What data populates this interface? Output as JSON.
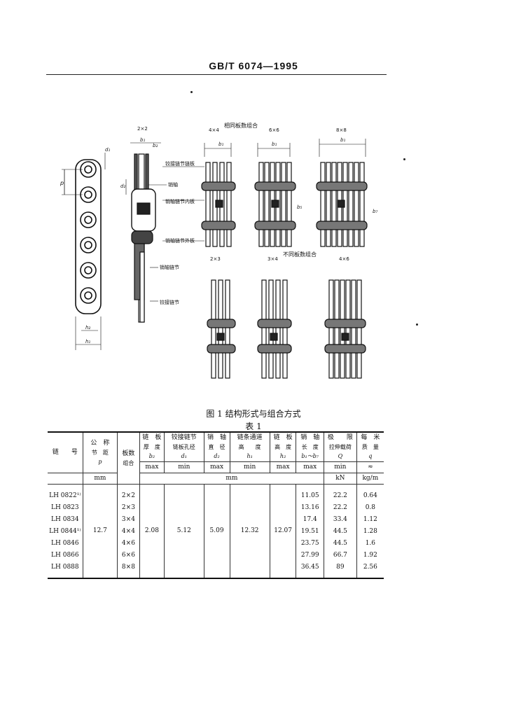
{
  "header": {
    "standard": "GB/T 6074—1995"
  },
  "figure": {
    "caption": "图 1   结构形式与组合方式",
    "labels": {
      "same_group": "相同板数组合",
      "diff_group": "不同板数组合",
      "combo_2x2": "2×2",
      "combo_4x4": "4×4",
      "combo_6x6": "6×6",
      "combo_8x8": "8×8",
      "combo_2x3": "2×3",
      "combo_3x4": "3×4",
      "combo_4x6": "4×6",
      "hinge_outer": "铰接链节链板",
      "pin": "销轴",
      "pin_inner": "销轴链节内板",
      "pin_outer": "销轴链节外板",
      "pin_link": "销轴链节",
      "hinge_link": "铰接链节",
      "p": "p",
      "d1": "d₁",
      "d2": "d₂",
      "b1": "b₁",
      "b2": "b₂",
      "b7": "b₇",
      "b5": "b₅",
      "h1": "h₁",
      "h2": "h₂"
    }
  },
  "table": {
    "title": "表 1",
    "headers": {
      "chain_no": "链　　号",
      "pitch_l1": "公　称",
      "pitch_l2": "节　距",
      "pitch_sym": "p",
      "combo_l1": "板数",
      "combo_l2": "组合",
      "thk_l1": "链　板",
      "thk_l2": "厚　度",
      "thk_sym": "b₂",
      "thk_lim": "max",
      "hole_l1": "铰接链节",
      "hole_l2": "链板孔径",
      "hole_sym": "d₁",
      "hole_lim": "min",
      "pin_l1": "销　轴",
      "pin_l2": "直　径",
      "pin_sym": "d₂",
      "pin_lim": "max",
      "pass_l1": "链条通道",
      "pass_l2": "高　　度",
      "pass_sym": "h₁",
      "pass_lim": "min",
      "ph_l1": "链　板",
      "ph_l2": "高　度",
      "ph_sym": "h₂",
      "ph_lim": "max",
      "len_l1": "销　轴",
      "len_l2": "长　度",
      "len_sym": "b₁～b₇",
      "len_lim": "max",
      "load_l1": "极　　限",
      "load_l2": "拉伸载荷",
      "load_sym": "Q",
      "load_lim": "min",
      "mass_l1": "每　米",
      "mass_l2": "质　量",
      "mass_sym": "q",
      "mass_lim": "≈"
    },
    "units": {
      "mm1": "mm",
      "mm2": "mm",
      "kn": "kN",
      "kgm": "kg/m"
    },
    "shared": {
      "pitch": "12.7",
      "thickness": "2.08",
      "hole": "5.12",
      "pin_dia": "5.09",
      "passage": "12.32",
      "plate_h": "12.07"
    },
    "rows": [
      {
        "model": "LH 0822¹⁾",
        "combo": "2×2",
        "length": "11.05",
        "load": "22.2",
        "mass": "0.64"
      },
      {
        "model": "LH 0823",
        "combo": "2×3",
        "length": "13.16",
        "load": "22.2",
        "mass": "0.8"
      },
      {
        "model": "LH 0834",
        "combo": "3×4",
        "length": "17.4",
        "load": "33.4",
        "mass": "1.12"
      },
      {
        "model": "LH 0844¹⁾",
        "combo": "4×4",
        "length": "19.51",
        "load": "44.5",
        "mass": "1.28"
      },
      {
        "model": "LH 0846",
        "combo": "4×6",
        "length": "23.75",
        "load": "44.5",
        "mass": "1.6"
      },
      {
        "model": "LH 0866",
        "combo": "6×6",
        "length": "27.99",
        "load": "66.7",
        "mass": "1.92"
      },
      {
        "model": "LH 0888",
        "combo": "8×8",
        "length": "36.45",
        "load": "89",
        "mass": "2.56"
      }
    ]
  }
}
